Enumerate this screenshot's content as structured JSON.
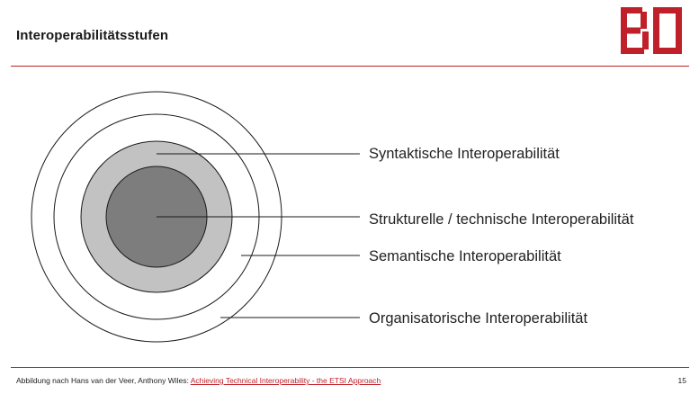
{
  "header": {
    "title": "Interoperabilitätsstufen",
    "logo_text": "BO"
  },
  "diagram": {
    "layers": [
      {
        "label": "Syntaktische Interoperabilität"
      },
      {
        "label": "Strukturelle / technische Interoperabilität"
      },
      {
        "label": "Semantische Interoperabilität"
      },
      {
        "label": "Organisatorische Interoperabilität"
      }
    ]
  },
  "footer": {
    "citation_prefix": "Abbildung nach Hans van der Veer, Anthony Wiles: ",
    "citation_link": "Achieving Technical Interoperability - the ETSI Approach",
    "page_number": "15"
  },
  "colors": {
    "brand_red": "#c0202a",
    "inner_circle": "#7d7d7d",
    "middle_circle": "#c2c2c2",
    "outline": "#1a1a1a"
  }
}
